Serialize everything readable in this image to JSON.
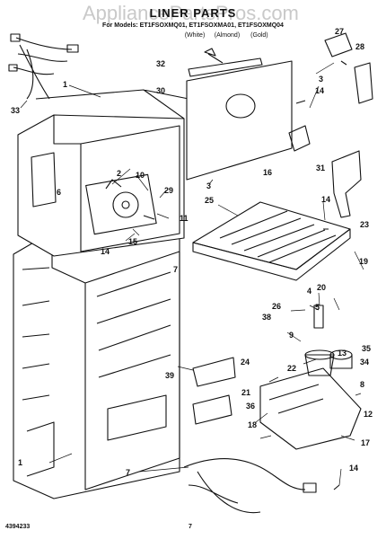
{
  "watermark": "AppliancePartsPros.com",
  "title": "LINER PARTS",
  "subtitle": "For Models: ET1FSOXMQ01, ET1FSOXMA01, ET1FSOXMQ04",
  "variants": [
    "(White)",
    "(Almond)",
    "(Gold)"
  ],
  "footer": {
    "left": "4394233",
    "page": "7"
  },
  "callouts": [
    "27",
    "28",
    "32",
    "3",
    "14",
    "30",
    "31",
    "16",
    "1",
    "33",
    "2",
    "10",
    "6",
    "29",
    "11",
    "3",
    "25",
    "14",
    "23",
    "14",
    "15",
    "19",
    "7",
    "20",
    "26",
    "4",
    "38",
    "5",
    "9",
    "35",
    "24",
    "22",
    "13",
    "34",
    "39",
    "21",
    "8",
    "36",
    "12",
    "18",
    "17",
    "1",
    "7",
    "14"
  ]
}
